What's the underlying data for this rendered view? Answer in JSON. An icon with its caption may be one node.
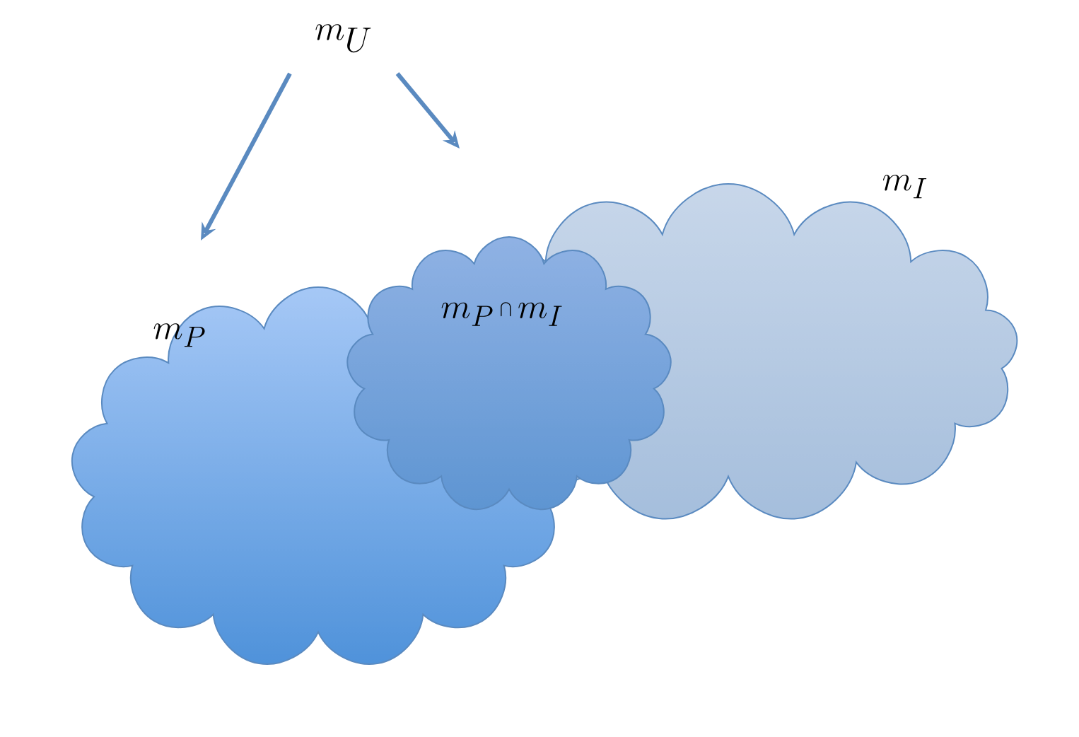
{
  "diagram": {
    "nodes": [
      {
        "text": [
          "m_U"
        ]
      },
      {
        "text": [
          "m_P"
        ]
      },
      {
        "text": [
          "m_I"
        ]
      },
      {
        "text": [
          "m_P \\bigcap m_I"
        ]
      }
    ],
    "edges": [
      {
        "from": 0,
        "to": 1,
        "arrow": "to"
      },
      {
        "from": 0,
        "to": 2,
        "arrow": "to"
      }
    ]
  }
}
